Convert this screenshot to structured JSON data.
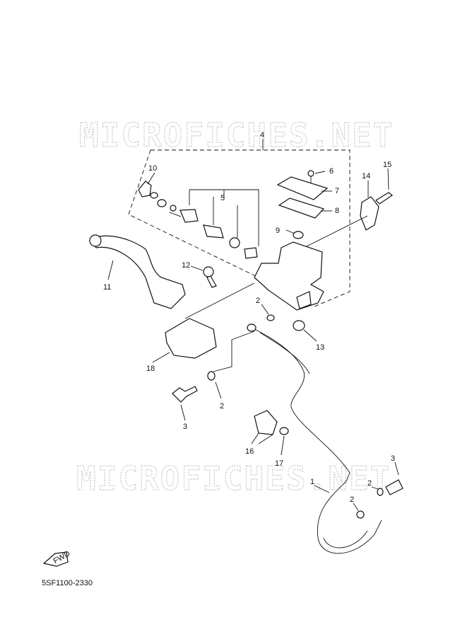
{
  "watermark": {
    "text": "MICROFICHES.NET"
  },
  "diagram_code": "5SF1100-2330",
  "fwd_label": "FWD",
  "callouts": [
    "1",
    "2",
    "2",
    "2",
    "2",
    "3",
    "3",
    "4",
    "5",
    "6",
    "7",
    "8",
    "9",
    "10",
    "11",
    "12",
    "13",
    "14",
    "15",
    "16",
    "17",
    "18"
  ]
}
